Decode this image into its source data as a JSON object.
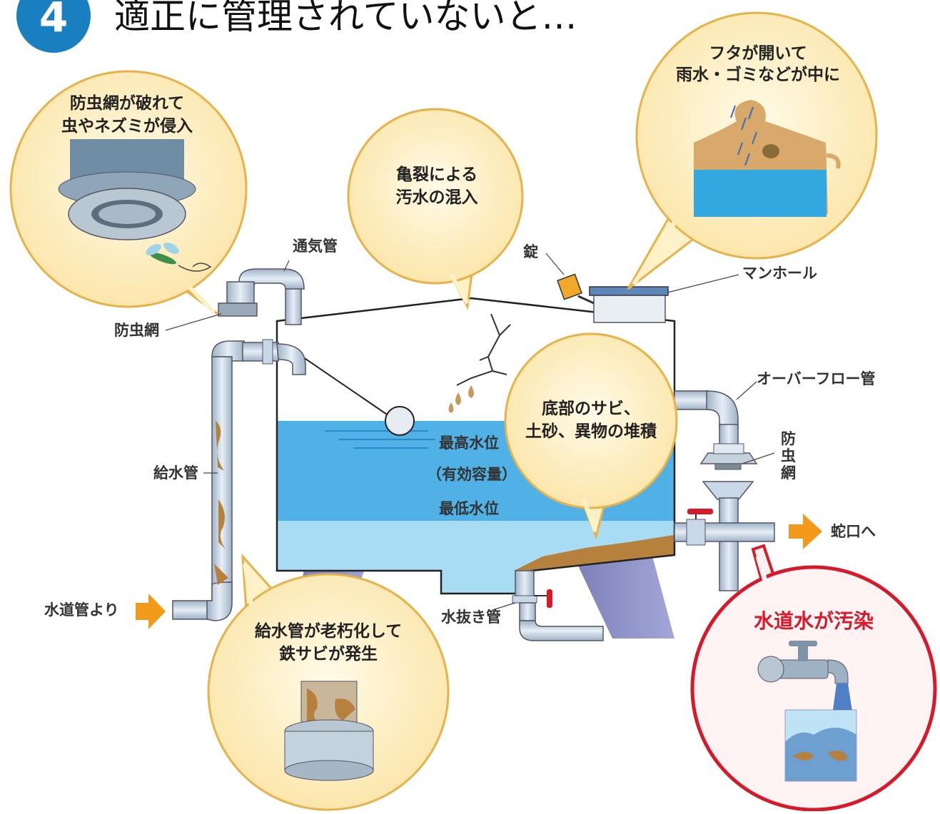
{
  "header": {
    "step_number": "4",
    "title": "適正に管理されていないと…"
  },
  "bubbles": {
    "insect_net_line1": "防虫網が破れて",
    "insect_net_line2": "虫やネズミが侵入",
    "crack_line1": "亀裂による",
    "crack_line2": "汚水の混入",
    "lid_line1": "フタが開いて",
    "lid_line2": "雨水・ゴミなどが中に",
    "sediment_line1": "底部のサビ、",
    "sediment_line2": "土砂、異物の堆積",
    "rust_line1": "給水管が老朽化して",
    "rust_line2": "鉄サビが発生",
    "contaminated": "水道水が汚染"
  },
  "labels": {
    "vent_pipe": "通気管",
    "insect_net": "防虫網",
    "lock": "錠",
    "manhole": "マンホール",
    "overflow_pipe": "オーバーフロー管",
    "insect_net_vertical": [
      "防",
      "虫",
      "網"
    ],
    "supply_pipe": "給水管",
    "from_water_main": "水道管より",
    "drain_pipe": "水抜き管",
    "to_faucet": "蛇口へ",
    "max_level": "最高水位",
    "effective_capacity": "（有効容量）",
    "min_level": "最低水位"
  },
  "colors": {
    "step_badge": "#1a7fc1",
    "bubble_fill": "#fdf1c8",
    "bubble_stroke": "#e7b24a",
    "water": "#4fb1e6",
    "water_low": "#a8dbf4",
    "pipe": "#c8d8e8",
    "rust": "#b5813d",
    "arrow": "#f39a1c",
    "alert": "#d7192a"
  }
}
